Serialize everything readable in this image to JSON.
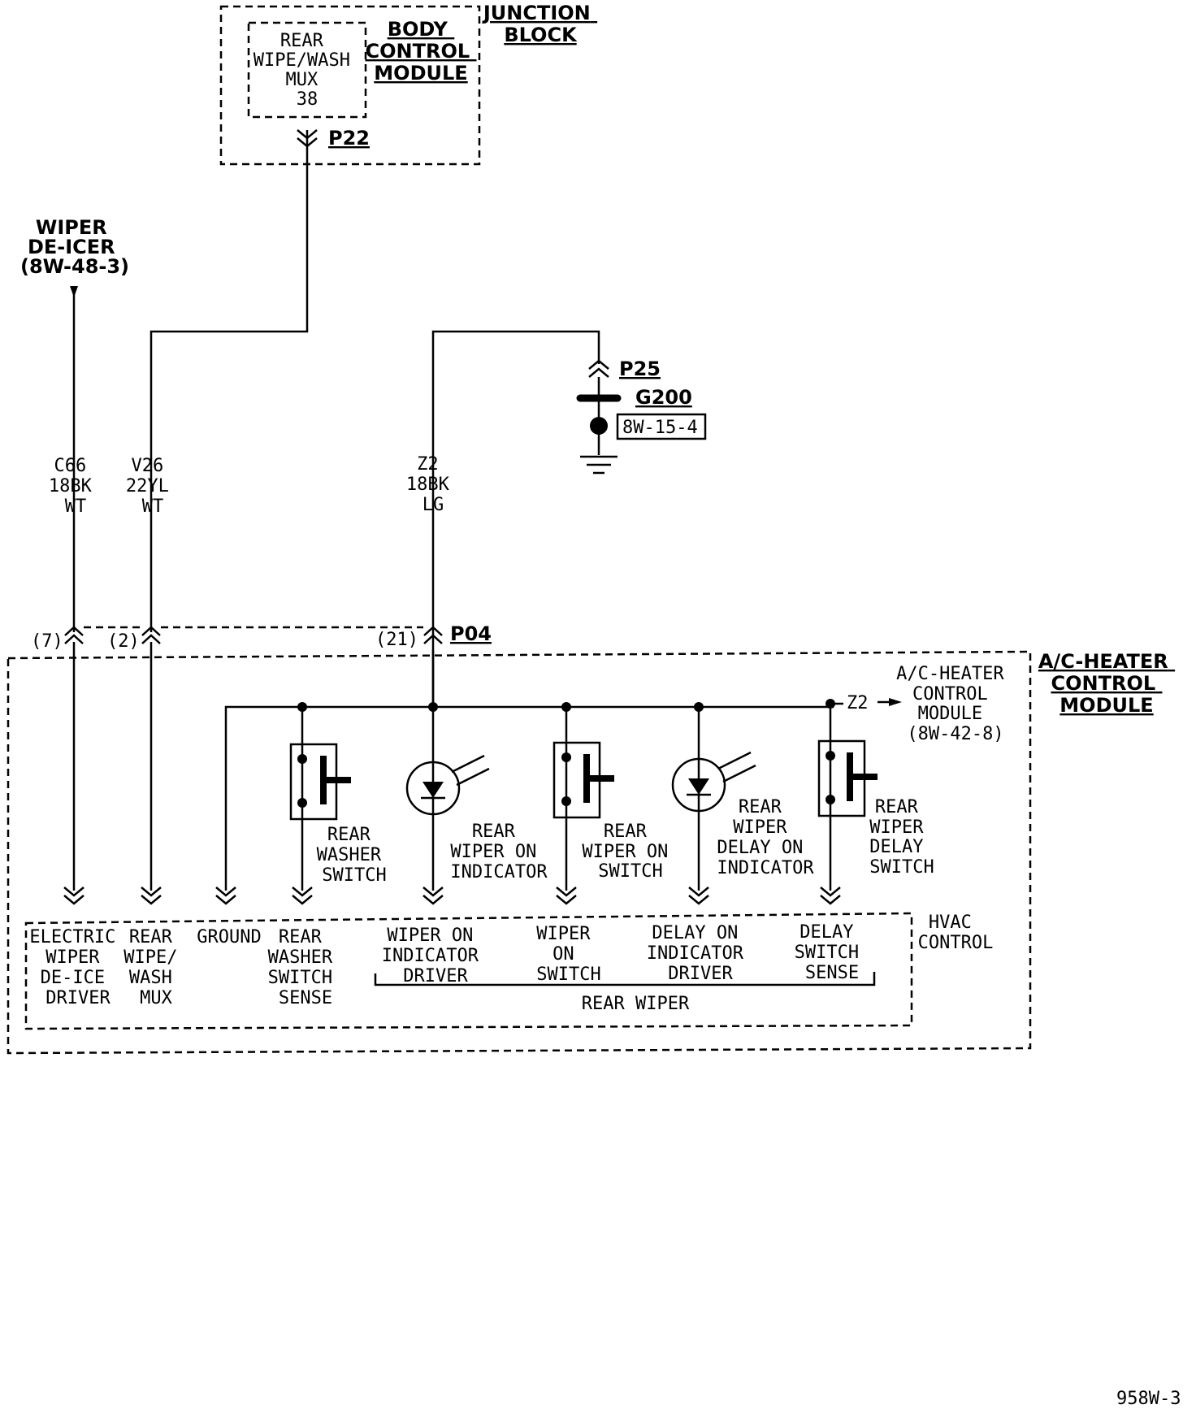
{
  "junction_block": {
    "title": [
      "JUNCTION",
      "BLOCK"
    ],
    "bcm_title": [
      "BODY",
      "CONTROL",
      "MODULE"
    ],
    "mux_box": [
      "REAR",
      "WIPE/WASH",
      "MUX",
      "38"
    ],
    "connector": "P22"
  },
  "wiper_deicer": {
    "label": [
      "WIPER",
      "DE-ICER",
      "(8W-48-3)"
    ]
  },
  "ground": {
    "connector": "P25",
    "ground_id": "G200",
    "ref": "8W-15-4"
  },
  "wires": [
    {
      "circuit": "C66",
      "gauge_color": "18BK",
      "tracer": "WT",
      "cavity": "(7)"
    },
    {
      "circuit": "V26",
      "gauge_color": "22YL",
      "tracer": "WT",
      "cavity": "(2)"
    },
    {
      "circuit": "Z2",
      "gauge_color": "18BK",
      "tracer": "LG",
      "cavity": "(21)"
    }
  ],
  "module_connector": "P04",
  "ac_heater": {
    "title": [
      "A/C-HEATER",
      "CONTROL",
      "MODULE"
    ],
    "z2_ref": [
      "A/C-HEATER",
      "CONTROL",
      "MODULE",
      "(8W-42-8)"
    ],
    "z2_label": "Z2"
  },
  "components": [
    {
      "label": [
        "REAR",
        "WASHER",
        "SWITCH"
      ]
    },
    {
      "label": [
        "REAR",
        "WIPER ON",
        "INDICATOR"
      ]
    },
    {
      "label": [
        "REAR",
        "WIPER ON",
        "SWITCH"
      ]
    },
    {
      "label": [
        "REAR",
        "WIPER",
        "DELAY ON",
        "INDICATOR"
      ]
    },
    {
      "label": [
        "REAR",
        "WIPER",
        "DELAY",
        "SWITCH"
      ]
    }
  ],
  "hvac_control": {
    "label": [
      "HVAC",
      "CONTROL"
    ],
    "pins": [
      [
        "ELECTRIC",
        "WIPER",
        "DE-ICE",
        "DRIVER"
      ],
      [
        "REAR",
        "WIPE/",
        "WASH",
        "MUX"
      ],
      [
        "GROUND"
      ],
      [
        "REAR",
        "WASHER",
        "SWITCH",
        "SENSE"
      ],
      [
        "WIPER ON",
        "INDICATOR",
        "DRIVER"
      ],
      [
        "WIPER",
        "ON",
        "SWITCH"
      ],
      [
        "DELAY ON",
        "INDICATOR",
        "DRIVER"
      ],
      [
        "DELAY",
        "SWITCH",
        "SENSE"
      ]
    ],
    "group_label": "REAR WIPER"
  },
  "page_id": "958W-3"
}
